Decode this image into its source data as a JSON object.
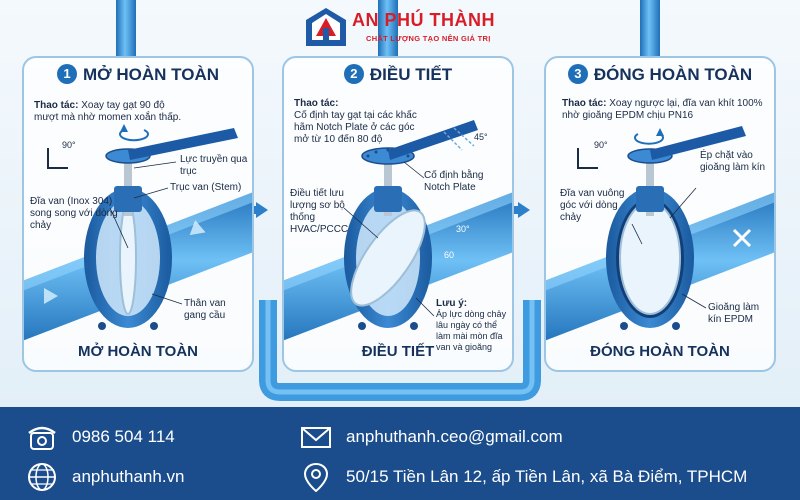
{
  "brand": {
    "name": "AN PHÚ THÀNH",
    "slogan": "CHẤT LƯỢNG TẠO NÊN GIÁ TRỊ",
    "color": "#d71e28"
  },
  "panels": [
    {
      "number": "1",
      "title": "MỞ HOÀN TOÀN",
      "operation_label": "Thao tác:",
      "operation_text": "Xoay tay gạt 90 độ mượt mà nhờ momen xoắn thấp.",
      "angle": "90°",
      "labels": {
        "force": "Lực truyền qua trục",
        "stem": "Trục van (Stem)",
        "disc": "Đĩa van (Inox 304) song song với dòng chảy",
        "body": "Thân van gang cầu"
      },
      "bottom_label": "MỞ HOÀN TOÀN"
    },
    {
      "number": "2",
      "title": "ĐIỀU TIẾT",
      "operation_label": "Thao tác:",
      "operation_text": "Cố định tay gạt tại các khấc hãm Notch Plate ở các góc mở từ 10 đến 80 độ",
      "angle": "45°",
      "labels": {
        "notch": "Cố định bằng Notch Plate",
        "flow": "Điều tiết lưu lượng sơ bộ thống HVAC/PCCC",
        "angle30": "30°",
        "angle60": "60"
      },
      "note_title": "Lưu ý:",
      "note_text": "Áp lực dòng chảy lâu ngày có thể làm mài mòn đĩa van và gioăng",
      "bottom_label": "ĐIỀU TIẾT"
    },
    {
      "number": "3",
      "title": "ĐÓNG HOÀN TOÀN",
      "operation_label": "Thao tác:",
      "operation_text": "Xoay ngược lại, đĩa van khít 100% nhờ gioăng EPDM chịu PN16",
      "angle": "90°",
      "labels": {
        "press": "Ép chặt vào gioăng làm kín",
        "disc": "Đĩa van vuông góc với dòng chảy",
        "seal": "Gioăng làm kín EPDM"
      },
      "bottom_label": "ĐÓNG HOÀN TOÀN"
    }
  ],
  "footer": {
    "phone": "0986 504 114",
    "email": "anphuthanh.ceo@gmail.com",
    "website": "anphuthanh.vn",
    "address": "50/15 Tiền Lân 12, ấp Tiền Lân, xã Bà Điểm, TPHCM",
    "background": "#1b4d8c"
  },
  "icons": [
    "phone-icon",
    "mail-icon",
    "globe-icon",
    "location-pin-icon",
    "rotate-arrow-icon",
    "close-x-icon"
  ],
  "colors": {
    "pipe": "#3f9be0",
    "pipe_dark": "#1f6fb8",
    "valve_body": "#2a6fb5",
    "handle": "#1d5aa6",
    "title": "#16325c"
  }
}
